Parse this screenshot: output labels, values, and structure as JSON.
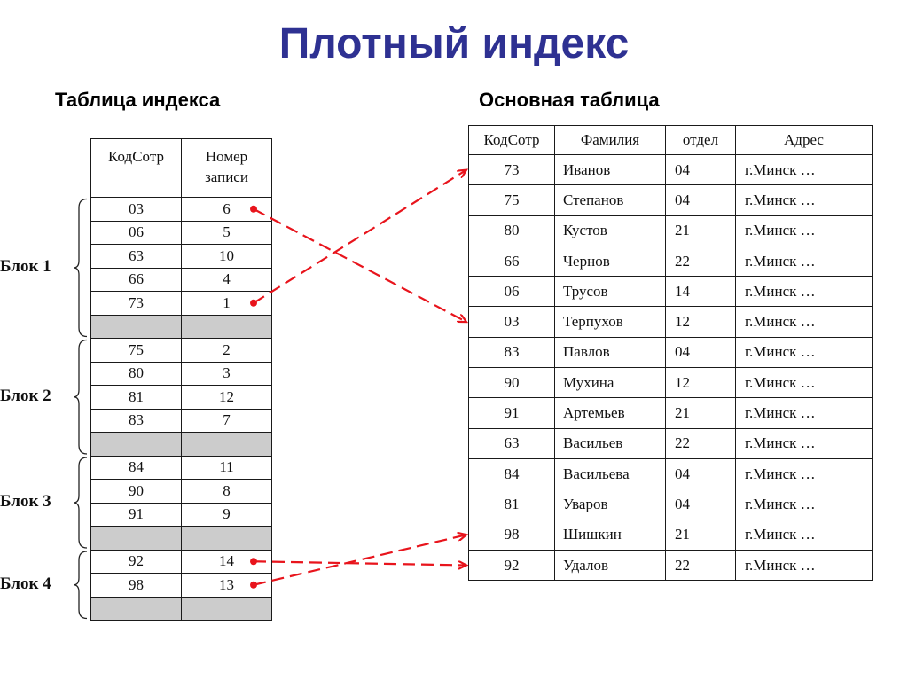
{
  "title": "Плотный индекс",
  "index_table": {
    "caption": "Таблица индекса",
    "headers": [
      "КодСотр",
      "Номер\nзаписи"
    ],
    "header_line1": "Номер",
    "header_line2": "записи",
    "blocks": [
      {
        "label": "Блок 1",
        "rows": [
          [
            "03",
            "6"
          ],
          [
            "06",
            "5"
          ],
          [
            "63",
            "10"
          ],
          [
            "66",
            "4"
          ],
          [
            "73",
            "1"
          ]
        ]
      },
      {
        "label": "Блок 2",
        "rows": [
          [
            "75",
            "2"
          ],
          [
            "80",
            "3"
          ],
          [
            "81",
            "12"
          ],
          [
            "83",
            "7"
          ]
        ]
      },
      {
        "label": "Блок 3",
        "rows": [
          [
            "84",
            "11"
          ],
          [
            "90",
            "8"
          ],
          [
            "91",
            "9"
          ]
        ]
      },
      {
        "label": "Блок 4",
        "rows": [
          [
            "92",
            "14"
          ],
          [
            "98",
            "13"
          ]
        ]
      }
    ]
  },
  "main_table": {
    "caption": "Основная таблица",
    "headers": [
      "КодСотр",
      "Фамилия",
      "отдел",
      "Адрес"
    ],
    "rows": [
      [
        "73",
        "Иванов",
        "04",
        "г.Минск …"
      ],
      [
        "75",
        "Степанов",
        "04",
        "г.Минск …"
      ],
      [
        "80",
        "Кустов",
        "21",
        "г.Минск …"
      ],
      [
        "66",
        "Чернов",
        "22",
        "г.Минск …"
      ],
      [
        "06",
        "Трусов",
        "14",
        "г.Минск …"
      ],
      [
        "03",
        "Терпухов",
        "12",
        "г.Минск …"
      ],
      [
        "83",
        "Павлов",
        "04",
        "г.Минск …"
      ],
      [
        "90",
        "Мухина",
        "12",
        "г.Минск …"
      ],
      [
        "91",
        "Артемьев",
        "21",
        "г.Минск …"
      ],
      [
        "63",
        "Васильев",
        "22",
        "г.Минск …"
      ],
      [
        "84",
        "Васильева",
        "04",
        "г.Минск …"
      ],
      [
        "81",
        "Уваров",
        "04",
        "г.Минск …"
      ],
      [
        "98",
        "Шишкин",
        "21",
        "г.Минск …"
      ],
      [
        "92",
        "Удалов",
        "22",
        "г.Минск …"
      ]
    ]
  },
  "arrows": [
    {
      "from_key": "03",
      "to_record": 6
    },
    {
      "from_key": "73",
      "to_record": 1
    },
    {
      "from_key": "92",
      "to_record": 14
    },
    {
      "from_key": "98",
      "to_record": 13
    }
  ],
  "colors": {
    "title": "#2e3192",
    "arrow": "#e8141c",
    "empty_slot": "#cccccc"
  }
}
